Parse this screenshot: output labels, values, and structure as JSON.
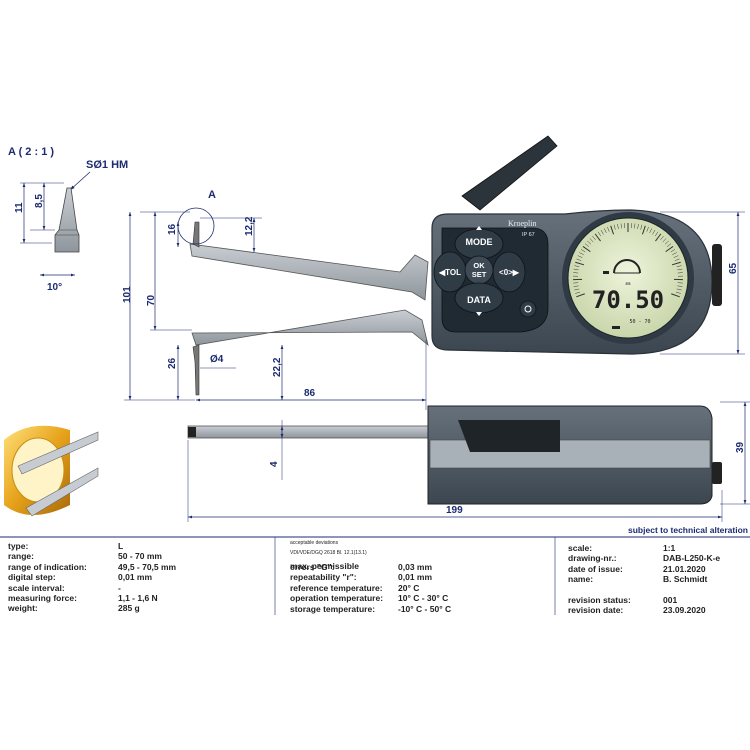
{
  "view": {
    "detail_label": "A ( 2 : 1 )",
    "tip_label": "SØ1 HM",
    "detail_marker": "A"
  },
  "dimensions": {
    "d11": "11",
    "d8_5": "8,5",
    "d10deg": "10°",
    "d16": "16",
    "d12_2": "12,2",
    "d101": "101",
    "d70": "70",
    "d26": "26",
    "d4dia": "Ø4",
    "d22_2": "22,2",
    "d86": "86",
    "d65": "65",
    "d4": "4",
    "d39": "39",
    "d199": "199"
  },
  "device": {
    "brand": "Kroeplin",
    "ip_rating": "IP 67",
    "buttons": {
      "mode": "MODE",
      "tol": "◀TOL",
      "ok": "OK",
      "set": "SET",
      "zero": "<0>▶",
      "data": "DATA"
    },
    "display": {
      "reading": "70.50",
      "range": "50 - 70",
      "unit": "mm"
    }
  },
  "footer_note": "subject to technical alteration",
  "specs_left": {
    "labels": [
      "type:",
      "range:",
      "range of indication:",
      "digital step:",
      "scale interval:",
      "measuring force:",
      "weight:"
    ],
    "values": [
      "L",
      "50 - 70 mm",
      "49,5 - 70,5 mm",
      "0,01 mm",
      "-",
      "1,1 - 1,6 N",
      "285 g"
    ]
  },
  "specs_mid": {
    "heading": "acceptable deviations",
    "norm": "VDI/VDE/DGQ 2618 Bl. 12.1(13.1)",
    "subheading": "max. permissible",
    "labels": [
      "errors \"G\":",
      "repeatability \"r\":",
      "reference temperature:",
      "operation temperature:",
      "storage temperature:"
    ],
    "values": [
      "0,03 mm",
      "0,01 mm",
      "20° C",
      "10° C - 30° C",
      "-10° C - 50° C"
    ]
  },
  "specs_right": {
    "labels": [
      "scale:",
      "drawing-nr.:",
      "date of issue:",
      "name:",
      "",
      "revision status:",
      "revision date:"
    ],
    "values": [
      "1:1",
      "DAB-L250-K-e",
      "21.01.2020",
      "B. Schmidt",
      "",
      "001",
      "23.09.2020"
    ]
  },
  "colors": {
    "dimension": "#1c2b70",
    "body_dark": "#4a5763",
    "button_dark": "#1f2a33",
    "lcd_bg": "#dfe9c6",
    "metal": "#a7adb3",
    "gold": "#e6a21a"
  }
}
